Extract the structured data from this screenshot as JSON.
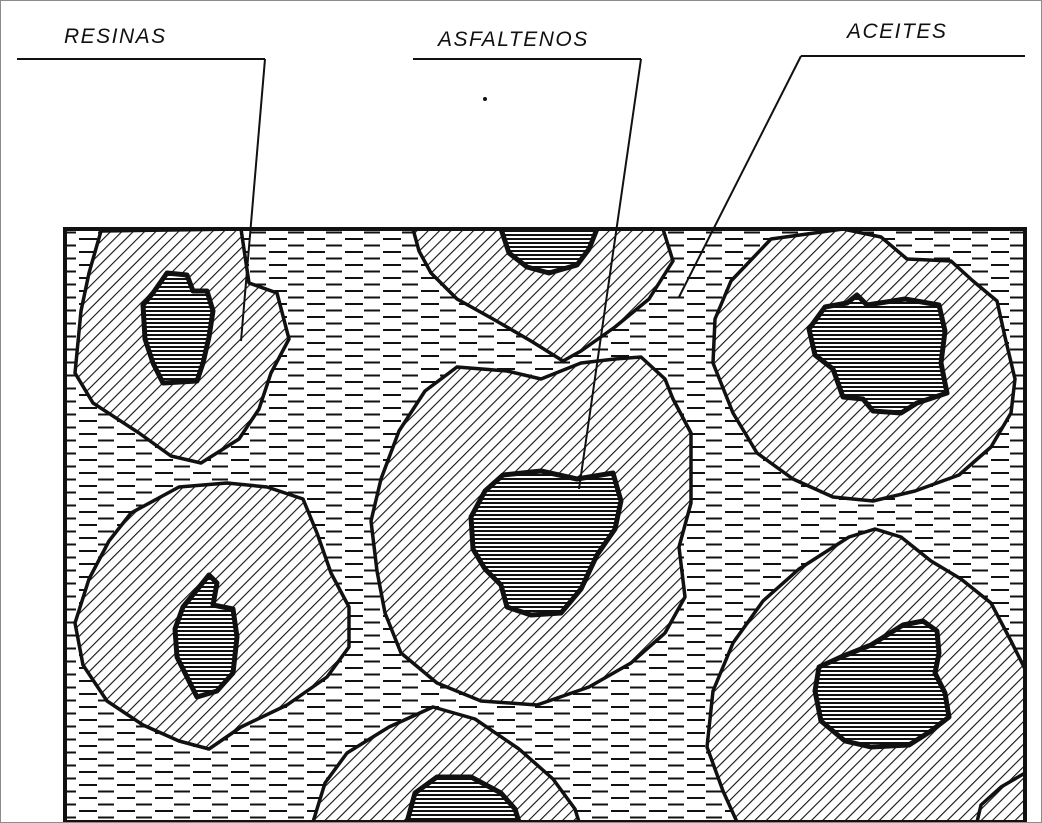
{
  "labels": {
    "resinas": "RESINAS",
    "asfaltenos": "ASFALTENOS",
    "aceites": "ACEITES"
  },
  "colors": {
    "ink": "#111111",
    "paper": "#ffffff",
    "frame": "#8c8c8c"
  },
  "patterns": {
    "aceites": "dashed-horizontal-lines",
    "resinas": "diagonal-hatching",
    "asfaltenos": "dense-horizontal-lines"
  }
}
